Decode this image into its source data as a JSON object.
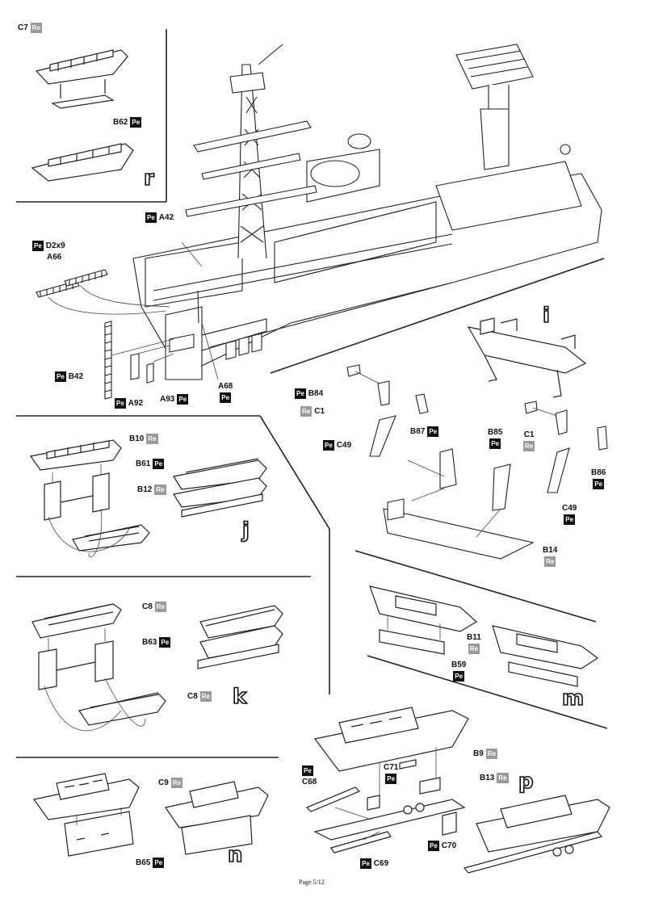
{
  "steps": {
    "r": "r",
    "i": "i",
    "j": "j",
    "k": "k",
    "m": "m",
    "n": "n",
    "p": "p"
  },
  "badges": {
    "pe": "Pe",
    "re": "Re"
  },
  "labels": {
    "C7": "C7",
    "B62": "B62",
    "A42": "A42",
    "D2x9": "D2x9",
    "A66": "A66",
    "B42": "B42",
    "A92": "A92",
    "A93": "A93",
    "A68": "A68",
    "B84": "B84",
    "C1a": "C1",
    "C49a": "C49",
    "B87": "B87",
    "B85": "B85",
    "C1b": "C1",
    "B86": "B86",
    "C49b": "C49",
    "B14": "B14",
    "B10": "B10",
    "B61": "B61",
    "B12": "B12",
    "C8a": "C8",
    "B63": "B63",
    "C8b": "C8",
    "B11": "B11",
    "B59": "B59",
    "C9": "C9",
    "B65": "B65",
    "B9": "B9",
    "C68": "C68",
    "C71": "C71",
    "B13": "B13",
    "C70": "C70",
    "C69": "C69"
  },
  "footer": "Page 5/12"
}
